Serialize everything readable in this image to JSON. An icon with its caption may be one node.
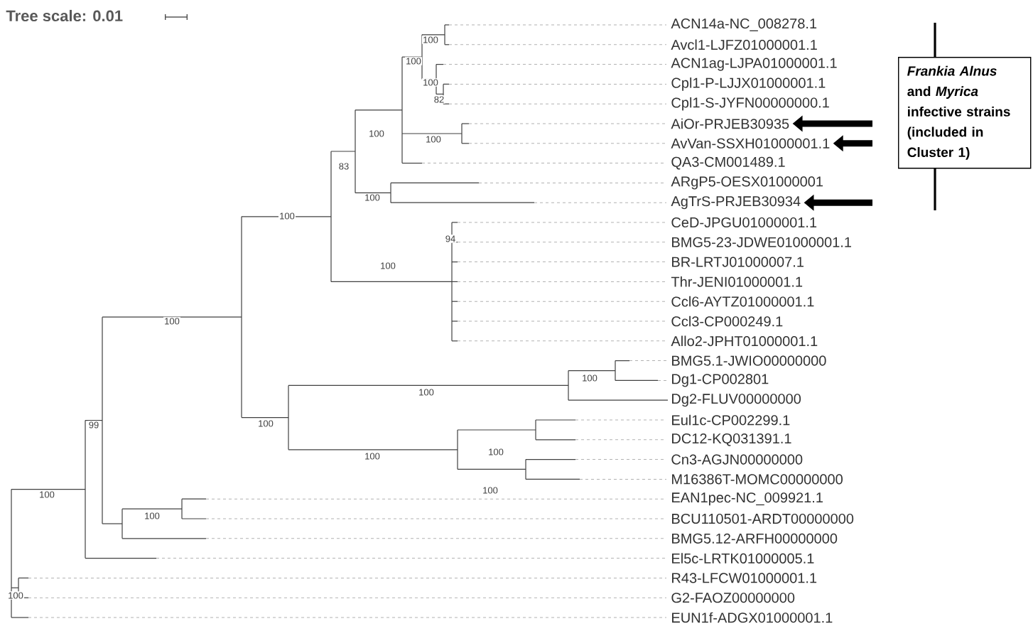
{
  "diagram": {
    "nodes": [
      {
        "text": [
          "ACN14a-NC_008278.1"
        ]
      },
      {
        "text": [
          "Avcl1-LJFZ01000001.1"
        ]
      },
      {
        "text": [
          "ACN1ag-LJPA01000001.1"
        ]
      },
      {
        "text": [
          "Cpl1-P-LJJX01000001.1"
        ]
      },
      {
        "text": [
          "Cpl1-S-JYFN00000000.1"
        ]
      },
      {
        "text": [
          "AiOr-PRJEB30935"
        ]
      },
      {
        "text": [
          "AvVan-SSXH01000001.1"
        ]
      },
      {
        "text": [
          "QA3-CM001489.1"
        ]
      },
      {
        "text": [
          "ARgP5-OESX01000001"
        ]
      },
      {
        "text": [
          "AgTrS-PRJEB30934"
        ]
      },
      {
        "text": [
          "CeD-JPGU01000001.1"
        ]
      },
      {
        "text": [
          "BMG5-23-JDWE01000001.1"
        ]
      },
      {
        "text": [
          "BR-LRTJ01000007.1"
        ]
      },
      {
        "text": [
          "Thr-JENI01000001.1"
        ]
      },
      {
        "text": [
          "Ccl6-AYTZ01000001.1"
        ]
      },
      {
        "text": [
          "Ccl3-CP000249.1"
        ]
      },
      {
        "text": [
          "Allo2-JPHT01000001.1"
        ]
      },
      {
        "text": [
          "BMG5.1-JWIO00000000"
        ]
      },
      {
        "text": [
          "Dg1-CP002801"
        ]
      },
      {
        "text": [
          "Dg2-FLUV00000000"
        ]
      },
      {
        "text": [
          "Eul1c-CP002299.1"
        ]
      },
      {
        "text": [
          "DC12-KQ031391.1"
        ]
      },
      {
        "text": [
          "Cn3-AGJN00000000"
        ]
      },
      {
        "text": [
          "M16386T-MOMC00000000"
        ]
      },
      {
        "text": [
          "EAN1pec-NC_009921.1"
        ]
      },
      {
        "text": [
          "BCU110501-ARDT00000000"
        ]
      },
      {
        "text": [
          "BMG5.12-ARFH00000000"
        ]
      },
      {
        "text": [
          "El5c-LRTK01000005.1"
        ]
      },
      {
        "text": [
          "R43-LFCW01000001.1"
        ]
      },
      {
        "text": [
          "G2-FAOZ00000000"
        ]
      },
      {
        "text": [
          "EUN1f-ADGX01000001.1"
        ]
      },
      {
        "text": [
          "*Frankia Alnus* and *Myrica* infective strains (included in Cluster 1)"
        ]
      }
    ],
    "edges": [
      {
        "from": null,
        "to": 5,
        "arrow": "to"
      },
      {
        "from": null,
        "to": 6,
        "arrow": "to"
      },
      {
        "from": null,
        "to": 9,
        "arrow": "to"
      }
    ],
    "labels": [
      "Tree scale: 0.01",
      "100",
      "100",
      "100",
      "82",
      "100",
      "100",
      "83",
      "100",
      "100",
      "94",
      "100",
      "100",
      "100",
      "100",
      "100",
      "99",
      "100",
      "100",
      "100",
      "100",
      "100",
      "100"
    ]
  }
}
